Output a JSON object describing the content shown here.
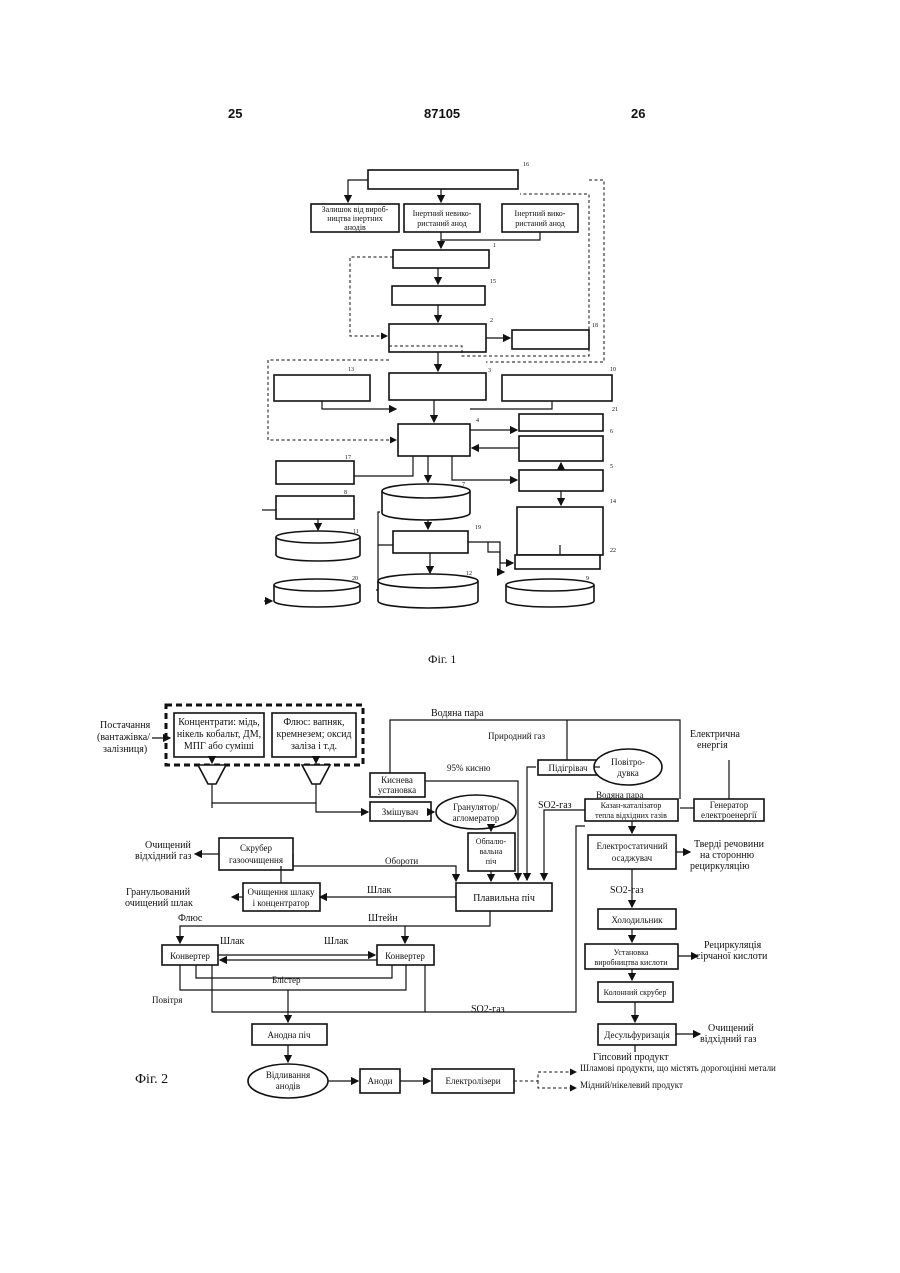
{
  "header": {
    "page_left": "25",
    "doc_number": "87105",
    "page_right": "26"
  },
  "fig1": {
    "caption": "Фіг. 1",
    "box_texts": {
      "residue": [
        "Залишок від вироб-",
        "ництва інертних",
        "анодів"
      ],
      "unused_anode": [
        "Інертний невико-",
        "ристаний анод"
      ],
      "used_anode": [
        "Інертний вико-",
        "ристаний анод"
      ]
    },
    "refs": [
      "16",
      "1",
      "15",
      "2",
      "18",
      "13",
      "3",
      "10",
      "21",
      "4",
      "6",
      "5",
      "17",
      "7",
      "14",
      "8",
      "11",
      "19",
      "22",
      "20",
      "12",
      "9"
    ]
  },
  "fig2": {
    "caption": "Фіг. 2",
    "supply": [
      "Постачання",
      "(вантажівка/",
      "залізниця)"
    ],
    "concentrates": [
      "Концентрати: мідь,",
      "нікель кобальт, ДМ,",
      "МПГ або суміші"
    ],
    "flux_box": [
      "Флюс: вапняк,",
      "кремнезем; оксид",
      "заліза і т.д."
    ],
    "water_steam": "Водяна пара",
    "natural_gas": "Природний газ",
    "electric_energy": [
      "Електрична",
      "енергія"
    ],
    "oxygen_plant": [
      "Киснева",
      "установка"
    ],
    "oxygen_95": "95% кисню",
    "preheater": "Підігрівач",
    "blower": [
      "Повітро-",
      "дувка"
    ],
    "mixer": "Змішувач",
    "granulator": [
      "Гранулятор/",
      "агломератор"
    ],
    "so2_gas": "SO2-газ",
    "water_steam2": "Водяна пара",
    "waste_heat_boiler": [
      "Казан-каталізатор",
      "тепла відхідних газів"
    ],
    "generator": [
      "Генератор",
      "електроенергії"
    ],
    "scrubber": [
      "Скрубер",
      "газоочищення"
    ],
    "cleaned_gas_left": [
      "Очищений",
      "відхідний газ"
    ],
    "roaster": [
      "Обпалю-",
      "вальна",
      "піч"
    ],
    "recycle": "Обороти",
    "esp": [
      "Електростатичний",
      "осаджувач"
    ],
    "solids": [
      "Тверді речовини",
      "на сторонню",
      "рециркуляцію"
    ],
    "granulated_slag": [
      "Гранульований",
      "очищений шлак"
    ],
    "slag_cleaning": [
      "Очищення шлаку",
      "і концентратор"
    ],
    "slag": "Шлак",
    "smelting_furnace": "Плавильна піч",
    "so2_gas2": "SO2-газ",
    "flux": "Флюс",
    "matte": "Штейн",
    "cooler": "Холодильник",
    "converter": "Конвертер",
    "acid_plant": [
      "Установка",
      "виробництва кислоти"
    ],
    "acid_recycle": [
      "Рециркуляція",
      "сірчаної кислоти"
    ],
    "blister": "Блістер",
    "air": "Повітря",
    "column_scrubber": "Колонний скрубер",
    "so2_gas3": "SO2-газ",
    "anode_furnace": "Анодна піч",
    "desulfurization": "Десульфуризація",
    "cleaned_gas_right": [
      "Очищений",
      "відхідний газ"
    ],
    "gypsum": "Гіпсовий продукт",
    "anode_casting": [
      "Відливання",
      "анодів"
    ],
    "anodes": "Аноди",
    "electrolyzers": "Електролізери",
    "slimes": "Шламові продукти, що містять дорогоцінні метали",
    "copper_nickel": "Мідний/нікелевий продукт"
  }
}
